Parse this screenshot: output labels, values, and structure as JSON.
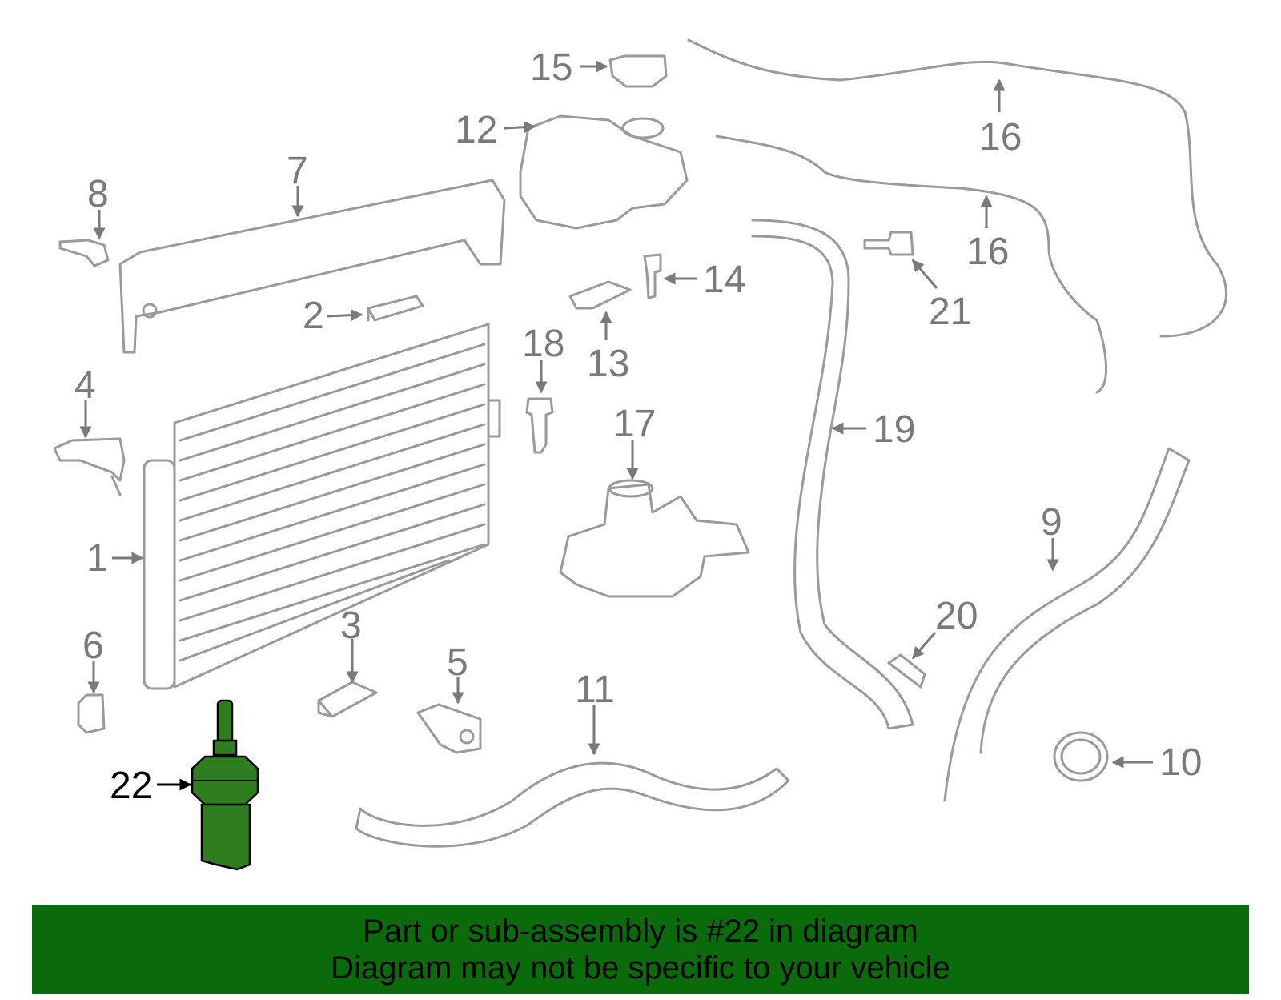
{
  "diagram": {
    "callouts": [
      "1",
      "2",
      "3",
      "4",
      "5",
      "6",
      "7",
      "8",
      "9",
      "10",
      "11",
      "12",
      "13",
      "14",
      "15",
      "16",
      "16",
      "17",
      "18",
      "19",
      "20",
      "21",
      "22"
    ],
    "highlighted_part": "22",
    "highlight_color": "#2e7d1e",
    "part_color": "#9a9a9a"
  },
  "banner": {
    "line1": "Part or sub-assembly is #22 in diagram",
    "line2": "Diagram may not be specific to your vehicle",
    "background": "#0a6b0a"
  }
}
